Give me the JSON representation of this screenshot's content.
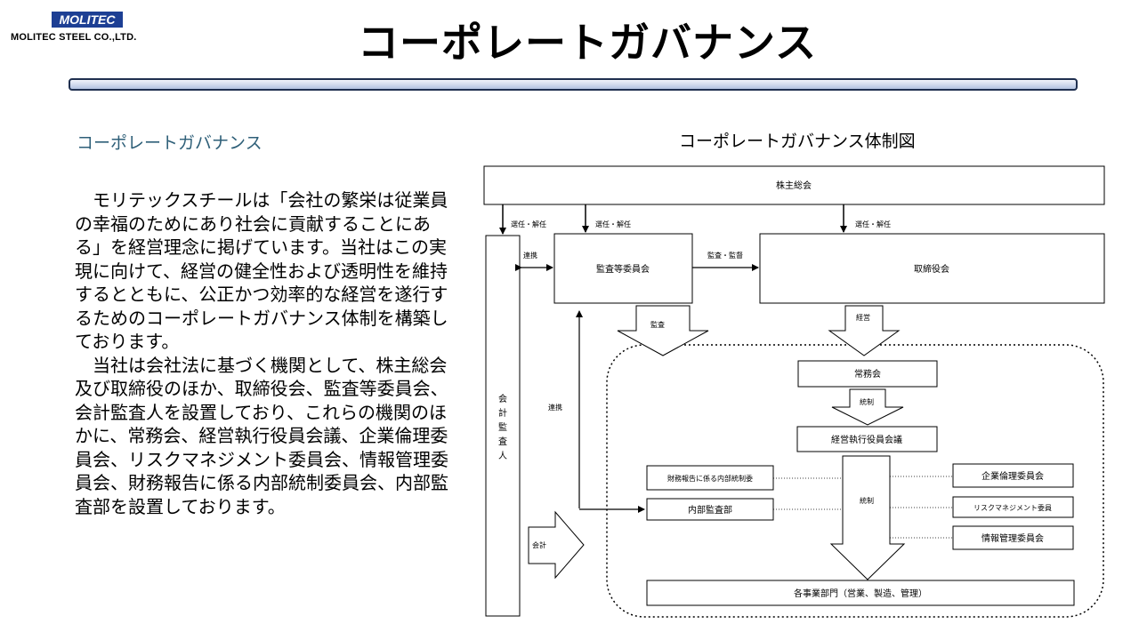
{
  "header": {
    "logo_text": "MOLITEC",
    "company_name": "MOLITEC STEEL CO.,LTD.",
    "title": "コーポレートガバナンス"
  },
  "section": {
    "heading": "コーポレートガバナンス",
    "paragraphs": [
      "モリテックスチールは「会社の繁栄は従業員の幸福のためにあり社会に貢献することにある」を経営理念に掲げています。当社はこの実現に向けて、経営の健全性および透明性を維持するとともに、公正かつ効率的な経営を遂行するためのコーポレートガバナンス体制を構築しております。",
      "当社は会社法に基づく機関として、株主総会及び取締役のほか、取締役会、監査等委員会、会計監査人を設置しており、これらの機関のほかに、常務会、経営執行役員会議、企業倫理委員会、リスクマネジメント委員会、情報管理委員会、財務報告に係る内部統制委員会、内部監査部を設置しております。"
    ]
  },
  "diagram": {
    "title": "コーポレートガバナンス体制図",
    "boxes": {
      "shareholders": "株主総会",
      "audit_committee": "監査等委員会",
      "board": "取締役会",
      "accounting_auditor": [
        "会",
        "計",
        "監",
        "査",
        "人"
      ],
      "executive_committee": "常務会",
      "exec_officers_meeting": "経営執行役員会議",
      "ic_fin_reporting": "財務報告に係る内部統制委",
      "internal_audit": "内部監査部",
      "ethics": "企業倫理委員会",
      "risk": "リスクマネジメント委員",
      "info": "情報管理委員会",
      "divisions": "各事業部門（営業、製造、管理）"
    },
    "labels": {
      "elect1": "選任・解任",
      "elect2": "選任・解任",
      "elect3": "選任・解任",
      "cooperate1": "連携",
      "cooperate2": "連携",
      "audit_supervise": "監査・監督",
      "audit": "監査",
      "management": "経営",
      "control1": "統制",
      "control2": "統制",
      "accounting": "会計"
    }
  }
}
